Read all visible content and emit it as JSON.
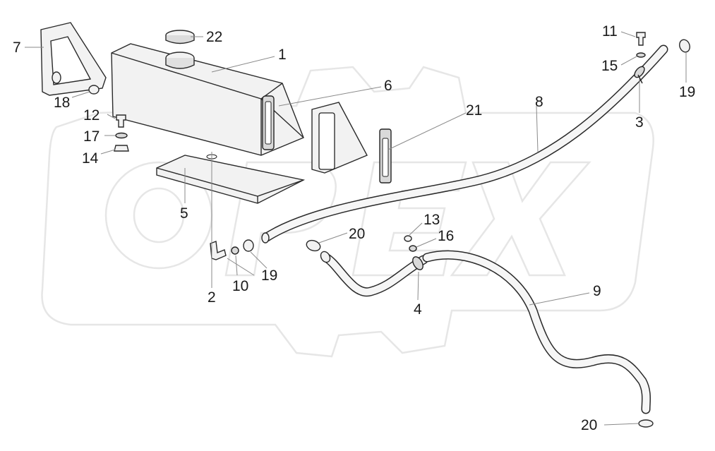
{
  "diagram": {
    "watermark": "OPEX",
    "callouts": [
      {
        "id": "c1",
        "text": "1"
      },
      {
        "id": "c2",
        "text": "2"
      },
      {
        "id": "c3",
        "text": "3"
      },
      {
        "id": "c4",
        "text": "4"
      },
      {
        "id": "c5",
        "text": "5"
      },
      {
        "id": "c6",
        "text": "6"
      },
      {
        "id": "c7",
        "text": "7"
      },
      {
        "id": "c8",
        "text": "8"
      },
      {
        "id": "c9",
        "text": "9"
      },
      {
        "id": "c10",
        "text": "10"
      },
      {
        "id": "c11",
        "text": "11"
      },
      {
        "id": "c12",
        "text": "12"
      },
      {
        "id": "c13",
        "text": "13"
      },
      {
        "id": "c14",
        "text": "14"
      },
      {
        "id": "c15",
        "text": "15"
      },
      {
        "id": "c16",
        "text": "16"
      },
      {
        "id": "c17",
        "text": "17"
      },
      {
        "id": "c18",
        "text": "18"
      },
      {
        "id": "c19a",
        "text": "19"
      },
      {
        "id": "c19b",
        "text": "19"
      },
      {
        "id": "c20a",
        "text": "20"
      },
      {
        "id": "c20b",
        "text": "20"
      },
      {
        "id": "c21",
        "text": "21"
      },
      {
        "id": "c22",
        "text": "22"
      }
    ]
  }
}
